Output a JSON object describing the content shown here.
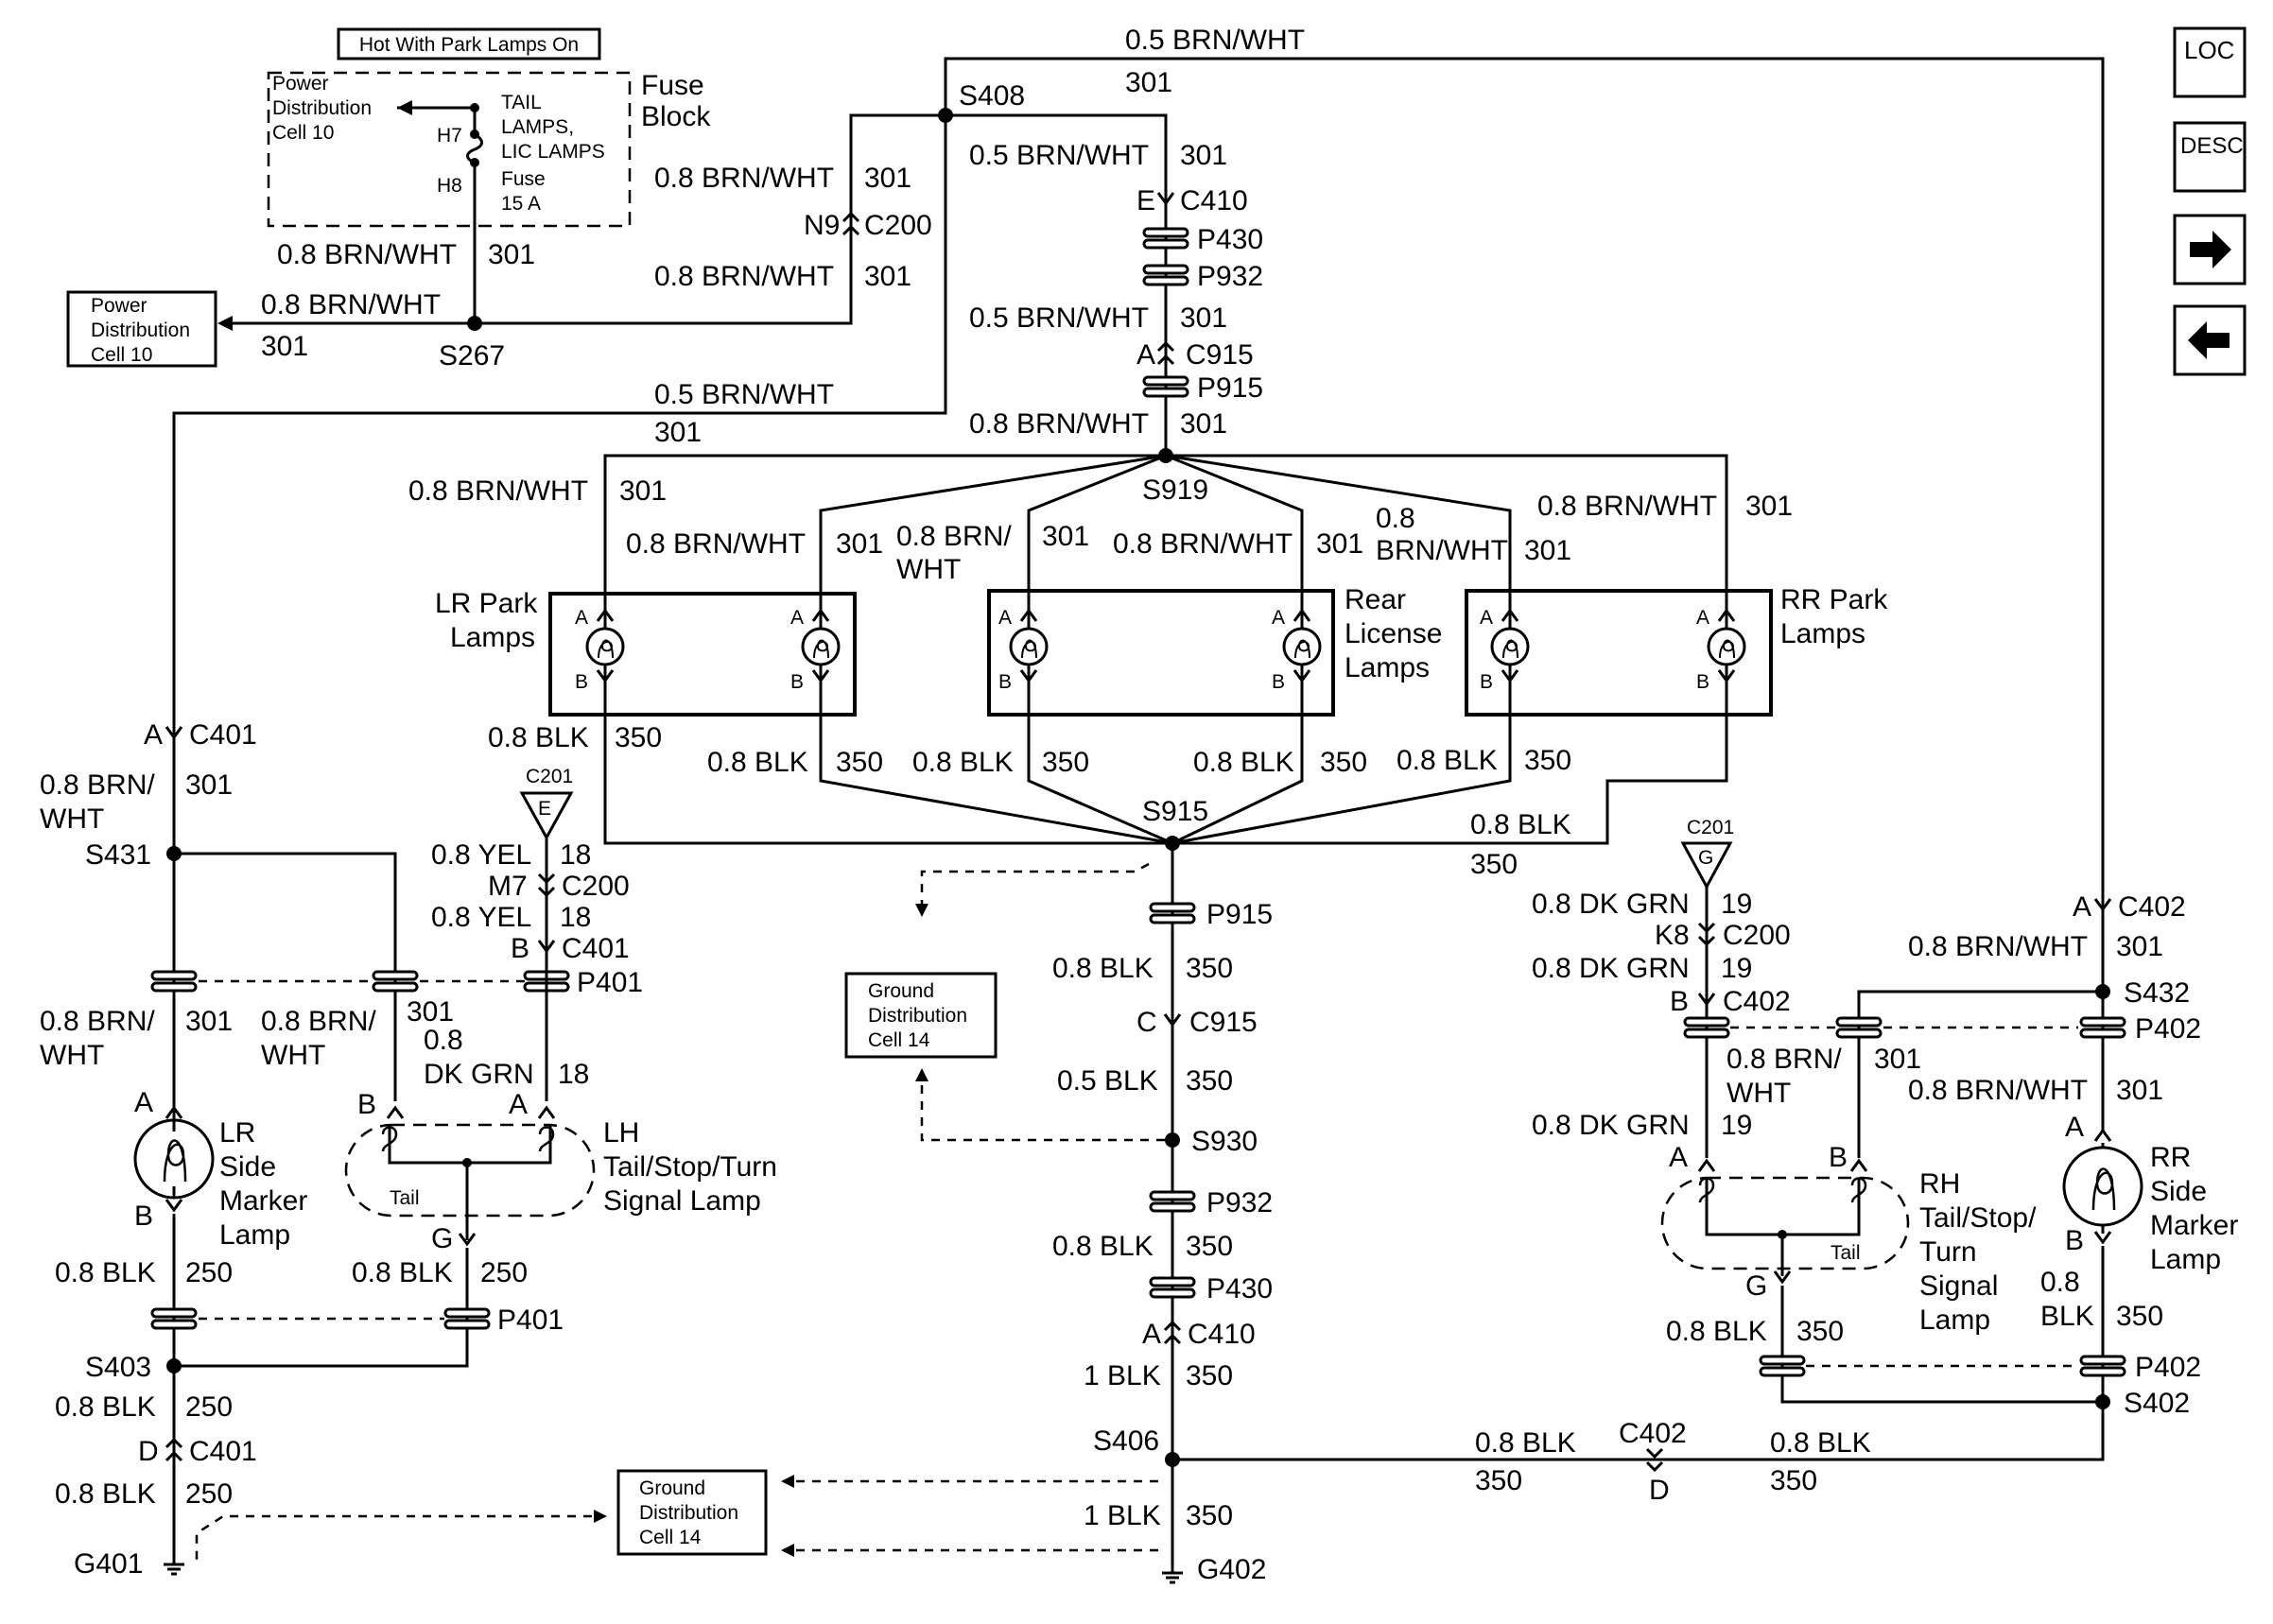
{
  "nav": {
    "loc_label": "LOC",
    "desc_label": "DESC",
    "next_icon": "arrow-right-icon",
    "prev_icon": "arrow-left-icon"
  },
  "fuse": {
    "hot_label": "Hot With Park Lamps On",
    "pd_line1": "Power",
    "pd_line2": "Distribution",
    "pd_line3": "Cell 10",
    "block1": "Fuse",
    "block2": "Block",
    "name1": "TAIL",
    "name2": "LAMPS,",
    "name3": "LIC LAMPS",
    "name4": "Fuse",
    "name5": "15 A",
    "h7": "H7",
    "h8": "H8"
  },
  "pd_box": {
    "l1": "Power",
    "l2": "Distribution",
    "l3": "Cell 10"
  },
  "ground_box": {
    "l1": "Ground",
    "l2": "Distribution",
    "l3": "Cell 14"
  },
  "w": {
    "bw08": "0.8 BRN/WHT",
    "bw05": "0.5 BRN/WHT",
    "bw_a": "0.8 BRN/",
    "bw_b": "WHT",
    "bw_c": "0.8",
    "bw_d": "BRN/WHT",
    "blk08": "0.8 BLK",
    "blk05": "0.5 BLK",
    "blk1": "1 BLK",
    "yel": "0.8 YEL",
    "dkgrn": "0.8 DK GRN",
    "dkgrn_a": "0.8",
    "dkgrn_b": "DK GRN",
    "blk_a": "0.8",
    "blk_b": "BLK",
    "c301": "301",
    "c350": "350",
    "c250": "250",
    "c18": "18",
    "c19": "19"
  },
  "sp": {
    "s408": "S408",
    "s267": "S267",
    "s919": "S919",
    "s915": "S915",
    "s431": "S431",
    "s403": "S403",
    "s930": "S930",
    "s406": "S406",
    "s432": "S432",
    "s402": "S402"
  },
  "cn": {
    "c410": "C410",
    "p430": "P430",
    "p932": "P932",
    "c915": "C915",
    "p915": "P915",
    "c200": "C200",
    "c401": "C401",
    "p401": "P401",
    "c402": "C402",
    "p402": "P402",
    "c201": "C201",
    "g401": "G401",
    "g402": "G402"
  },
  "pin": {
    "a": "A",
    "b": "B",
    "c": "C",
    "d": "D",
    "e": "E",
    "g": "G",
    "k8": "K8",
    "m7": "M7",
    "n9": "N9"
  },
  "lamps": {
    "lr_park1": "LR Park",
    "lr_park2": "Lamps",
    "rear1": "Rear",
    "rear2": "License",
    "rear3": "Lamps",
    "rr_park1": "RR Park",
    "rr_park2": "Lamps",
    "lr_side1": "LR",
    "lr_side2": "Side",
    "lr_side3": "Marker",
    "lr_side4": "Lamp",
    "lh1": "LH",
    "lh2": "Tail/Stop/Turn",
    "lh3": "Signal Lamp",
    "rh1": "RH",
    "rh2": "Tail/Stop/",
    "rh3": "Turn",
    "rh4": "Signal",
    "rh5": "Lamp",
    "rr_side1": "RR",
    "rr_side2": "Side",
    "rr_side3": "Marker",
    "rr_side4": "Lamp",
    "tail": "Tail"
  }
}
